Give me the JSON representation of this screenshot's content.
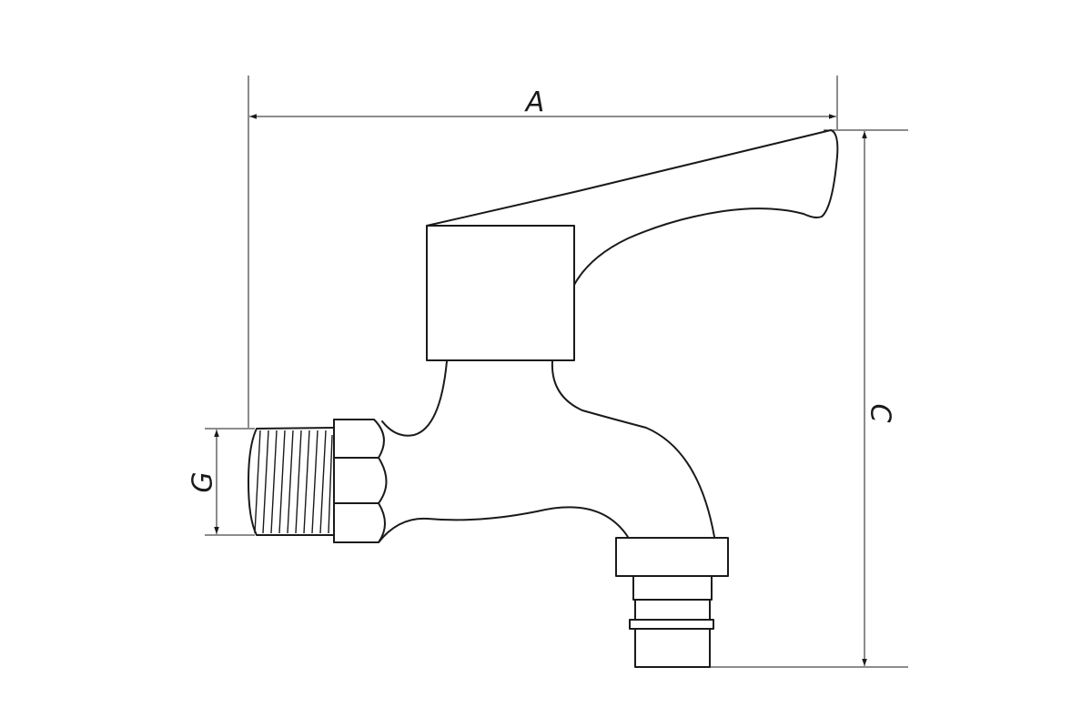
{
  "labels": {
    "dim_a": "A",
    "dim_c": "C",
    "dim_g": "G"
  }
}
